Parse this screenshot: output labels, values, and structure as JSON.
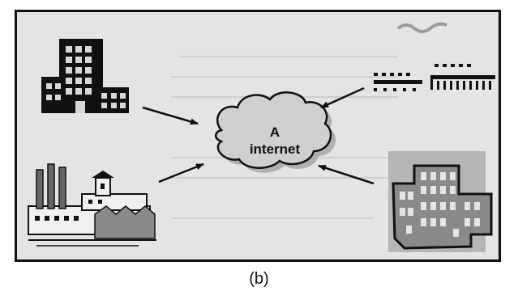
{
  "diagram": {
    "cloud": {
      "line1": "A",
      "line2": "internet"
    },
    "caption": "(b)",
    "colors": {
      "background": "#e4e4e4",
      "cloud": "#cfcfcf",
      "ink": "#111111",
      "building_gray": "#8a8a8a",
      "shadow": "#b5b5b5"
    },
    "icons": [
      "office-building-icon",
      "factory-icon",
      "network-device-icon",
      "campus-building-icon"
    ]
  }
}
